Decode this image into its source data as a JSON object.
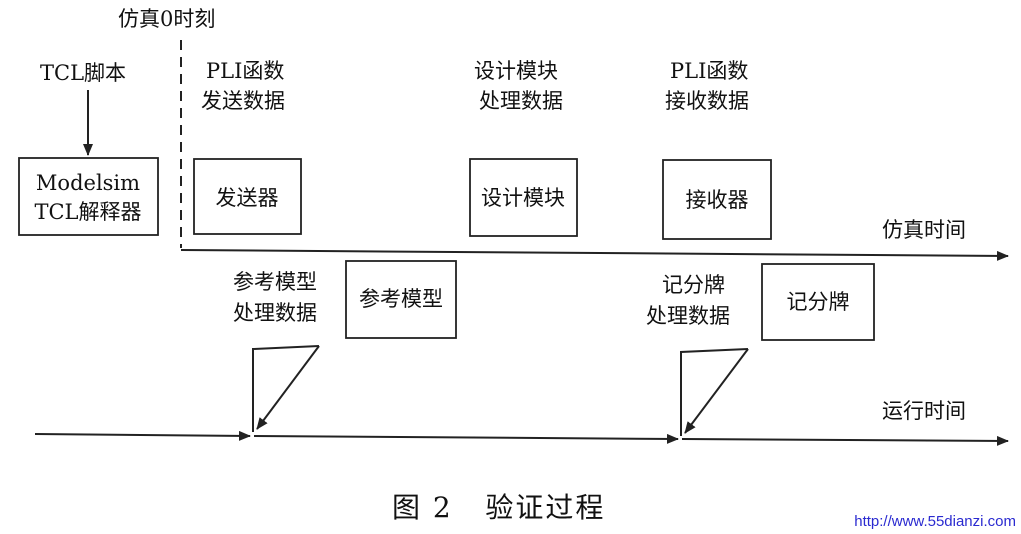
{
  "labels": {
    "sim_zero": "仿真0时刻",
    "tcl_script": "TCL脚本",
    "pli_send": [
      "PLI函数",
      "发送数据"
    ],
    "design_process": [
      "设计模块",
      "处理数据"
    ],
    "pli_receive": [
      "PLI函数",
      "接收数据"
    ],
    "sim_time": "仿真时间",
    "ref_process": [
      "参考模型",
      "处理数据"
    ],
    "scoreboard_process": [
      "记分牌",
      "处理数据"
    ],
    "run_time": "运行时间"
  },
  "boxes": {
    "interpreter": [
      "Modelsim",
      "TCL解释器"
    ],
    "sender": "发送器",
    "design": "设计模块",
    "receiver": "接收器",
    "reference": "参考模型",
    "scoreboard": "记分牌"
  },
  "caption": "图 2   验证过程",
  "watermark": "http://www.55dianzi.com",
  "colors": {
    "line": "#222222",
    "watermark": "#2a2ad0"
  }
}
